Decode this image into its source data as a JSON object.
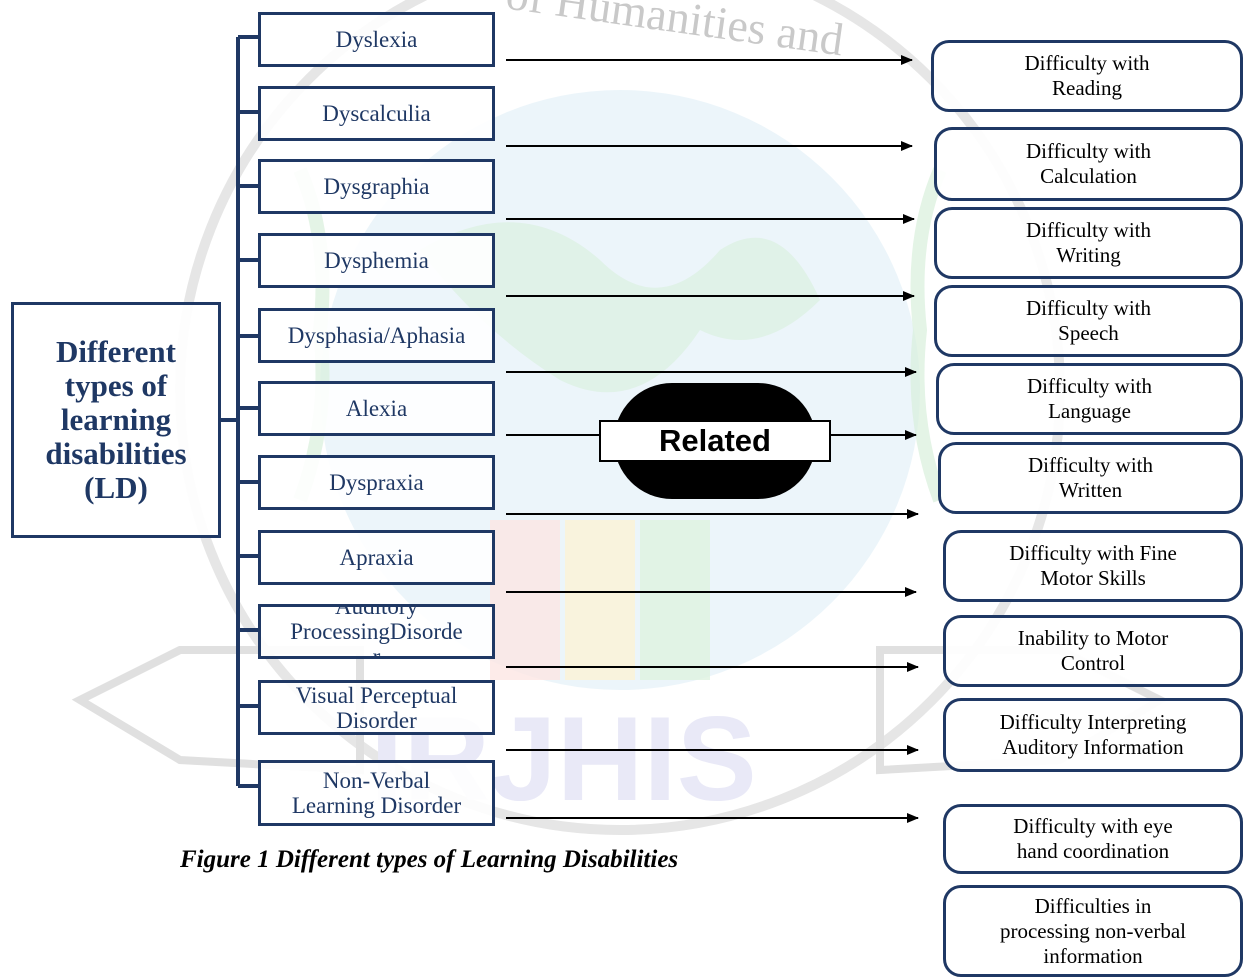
{
  "diagram": {
    "main_label": "Different\ntypes of\nlearning\ndisabilities\n(LD)",
    "connector_label": "Related",
    "caption": "Figure 1 Different types of Learning Disabilities",
    "types": [
      "Dyslexia",
      "Dyscalculia",
      "Dysgraphia",
      "Dysphemia",
      "Dysphasia/Aphasia",
      "Alexia",
      "Dyspraxia",
      "Apraxia",
      "Auditory\nProcessingDisorde\nr",
      "Visual Perceptual\nDisorder",
      "Non-Verbal\nLearning Disorder"
    ],
    "difficulties": [
      "Difficulty with\nReading",
      "Difficulty with\nCalculation",
      "Difficulty with\nWriting",
      "Difficulty with\nSpeech",
      "Difficulty with\nLanguage",
      "Difficulty with\nWritten",
      "Difficulty with Fine\nMotor Skills",
      "Inability to Motor\nControl",
      "Difficulty Interpreting\nAuditory Information",
      "Difficulty with eye\nhand coordination",
      "Difficulties in\nprocessing non-verbal\ninformation"
    ]
  },
  "watermark": {
    "arc_text": "of Humanities and",
    "logo_text": "IRJHIS"
  },
  "colors": {
    "box_border": "#1f3864",
    "type_text": "#1f3864",
    "watermark_gray": "#c9c9c9",
    "watermark_blue": "#dcecf6",
    "watermark_green": "#d9f0dc",
    "logo_text": "#e9e9f7"
  }
}
